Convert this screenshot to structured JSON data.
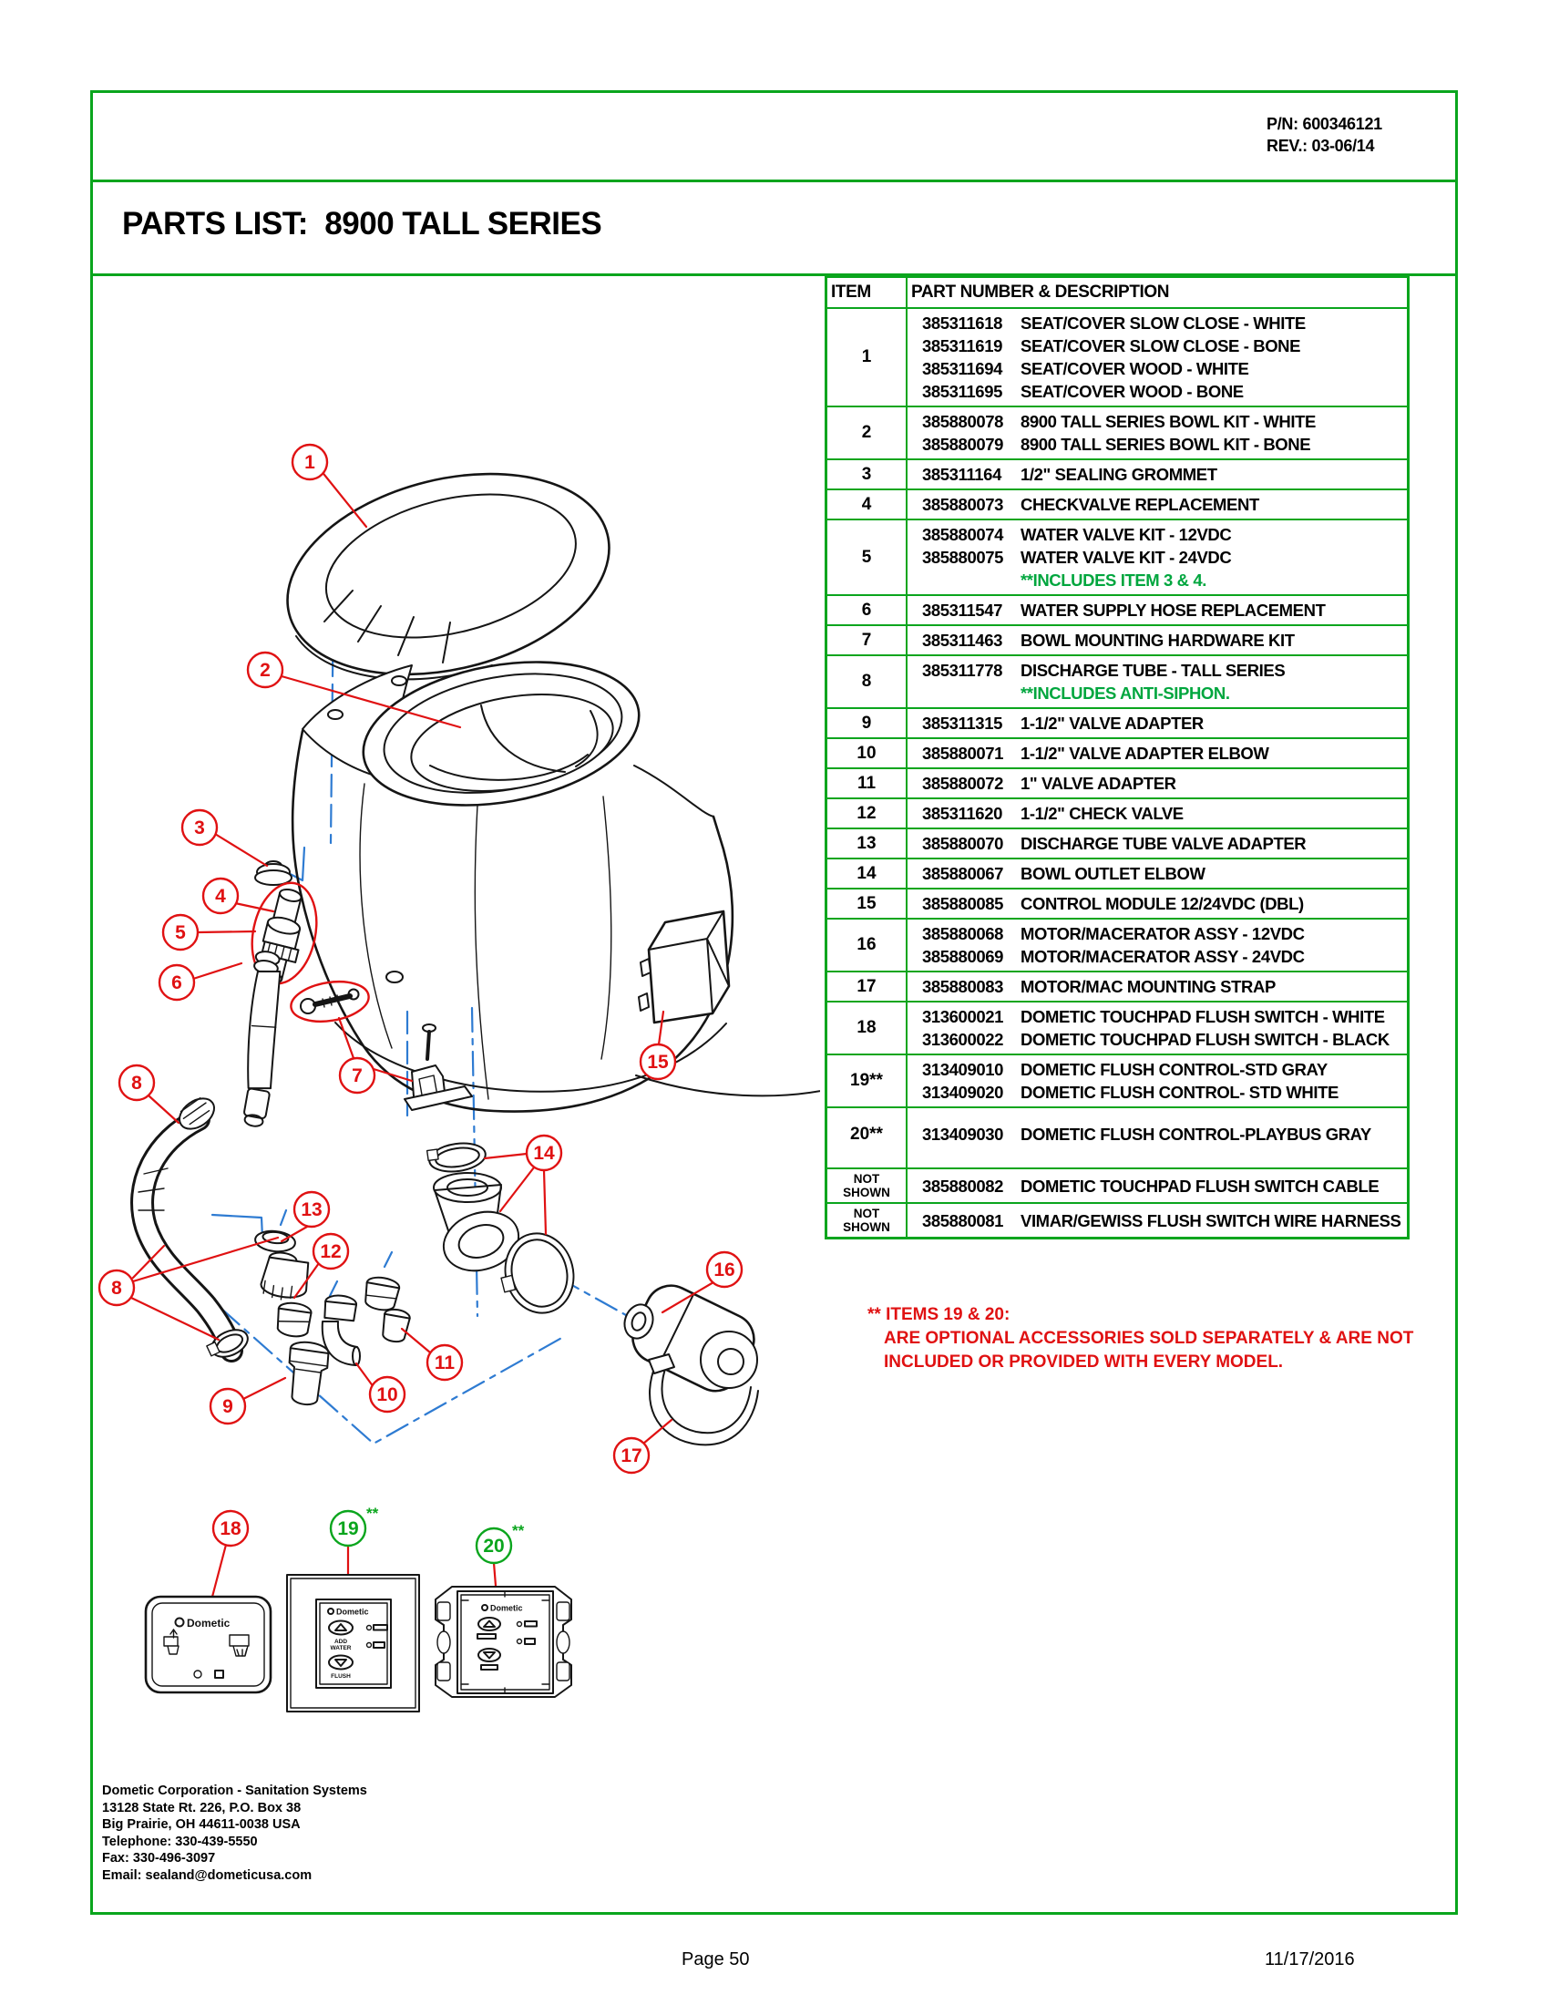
{
  "header": {
    "pn_line": "P/N:  600346121",
    "rev_line": "REV.:  03-06/14"
  },
  "title": "PARTS LIST:  8900 TALL SERIES",
  "parts_table": {
    "headers": {
      "item": "ITEM",
      "desc": "PART NUMBER & DESCRIPTION"
    },
    "rows": [
      {
        "item": "1",
        "parts": [
          [
            "385311618",
            "SEAT/COVER SLOW CLOSE - WHITE"
          ],
          [
            "385311619",
            "SEAT/COVER SLOW CLOSE - BONE"
          ],
          [
            "385311694",
            "SEAT/COVER WOOD - WHITE"
          ],
          [
            "385311695",
            "SEAT/COVER WOOD - BONE"
          ]
        ]
      },
      {
        "item": "2",
        "parts": [
          [
            "385880078",
            "8900 TALL SERIES BOWL KIT - WHITE"
          ],
          [
            "385880079",
            "8900 TALL SERIES BOWL KIT - BONE"
          ]
        ]
      },
      {
        "item": "3",
        "parts": [
          [
            "385311164",
            "1/2\" SEALING GROMMET"
          ]
        ]
      },
      {
        "item": "4",
        "parts": [
          [
            "385880073",
            "CHECKVALVE REPLACEMENT"
          ]
        ]
      },
      {
        "item": "5",
        "parts": [
          [
            "385880074",
            "WATER VALVE KIT - 12VDC"
          ],
          [
            "385880075",
            "WATER VALVE KIT - 24VDC"
          ]
        ],
        "note": "**INCLUDES ITEM 3 & 4."
      },
      {
        "item": "6",
        "parts": [
          [
            "385311547",
            "WATER SUPPLY HOSE REPLACEMENT"
          ]
        ]
      },
      {
        "item": "7",
        "parts": [
          [
            "385311463",
            "BOWL MOUNTING HARDWARE KIT"
          ]
        ]
      },
      {
        "item": "8",
        "parts": [
          [
            "385311778",
            "DISCHARGE TUBE - TALL SERIES"
          ]
        ],
        "note": "**INCLUDES ANTI-SIPHON."
      },
      {
        "item": "9",
        "parts": [
          [
            "385311315",
            "1-1/2\" VALVE ADAPTER"
          ]
        ]
      },
      {
        "item": "10",
        "parts": [
          [
            "385880071",
            "1-1/2\" VALVE ADAPTER ELBOW"
          ]
        ]
      },
      {
        "item": "11",
        "parts": [
          [
            "385880072",
            "1\" VALVE ADAPTER"
          ]
        ]
      },
      {
        "item": "12",
        "parts": [
          [
            "385311620",
            "1-1/2\" CHECK VALVE"
          ]
        ]
      },
      {
        "item": "13",
        "parts": [
          [
            "385880070",
            "DISCHARGE TUBE VALVE ADAPTER"
          ]
        ]
      },
      {
        "item": "14",
        "parts": [
          [
            "385880067",
            "BOWL OUTLET ELBOW"
          ]
        ]
      },
      {
        "item": "15",
        "parts": [
          [
            "385880085",
            "CONTROL MODULE 12/24VDC (DBL)"
          ]
        ]
      },
      {
        "item": "16",
        "parts": [
          [
            "385880068",
            "MOTOR/MACERATOR ASSY - 12VDC"
          ],
          [
            "385880069",
            "MOTOR/MACERATOR ASSY - 24VDC"
          ]
        ]
      },
      {
        "item": "17",
        "parts": [
          [
            "385880083",
            "MOTOR/MAC MOUNTING STRAP"
          ]
        ]
      },
      {
        "item": "18",
        "parts": [
          [
            "313600021",
            "DOMETIC TOUCHPAD FLUSH SWITCH - WHITE"
          ],
          [
            "313600022",
            "DOMETIC TOUCHPAD FLUSH SWITCH - BLACK"
          ]
        ]
      },
      {
        "item": "19**",
        "parts": [
          [
            "313409010",
            "DOMETIC FLUSH CONTROL-STD GRAY"
          ],
          [
            "313409020",
            "DOMETIC FLUSH CONTROL- STD WHITE"
          ]
        ]
      },
      {
        "item": "20**",
        "parts": [
          [
            "313409030",
            "DOMETIC FLUSH CONTROL-PLAYBUS GRAY"
          ]
        ]
      },
      {
        "item": "NOT SHOWN",
        "parts": [
          [
            "385880082",
            "DOMETIC TOUCHPAD FLUSH SWITCH CABLE"
          ]
        ]
      },
      {
        "item": "NOT SHOWN",
        "parts": [
          [
            "385880081",
            "VIMAR/GEWISS FLUSH SWITCH WIRE HARNESS"
          ]
        ]
      }
    ]
  },
  "optional_note": {
    "lines": [
      "** ITEMS 19 & 20:",
      "ARE OPTIONAL ACCESSORIES SOLD SEPARATELY & ARE NOT",
      "INCLUDED OR PROVIDED WITH EVERY MODEL."
    ]
  },
  "address": {
    "lines": [
      "Dometic Corporation - Sanitation Systems",
      "13128 State Rt. 226, P.O. Box 38",
      "Big Prairie, OH 44611-0038 USA",
      "Telephone: 330-439-5550",
      "Fax: 330-496-3097",
      "Email: sealand@dometicusa.com"
    ]
  },
  "page_footer": {
    "page": "Page 50",
    "date": "11/17/2016"
  },
  "diagram": {
    "callouts": [
      {
        "label": "1",
        "suffix": "",
        "color": "red"
      },
      {
        "label": "2",
        "suffix": "",
        "color": "red"
      },
      {
        "label": "3",
        "suffix": "",
        "color": "red"
      },
      {
        "label": "4",
        "suffix": "",
        "color": "red"
      },
      {
        "label": "5",
        "suffix": "",
        "color": "red"
      },
      {
        "label": "6",
        "suffix": "",
        "color": "red"
      },
      {
        "label": "7",
        "suffix": "",
        "color": "red"
      },
      {
        "label": "8",
        "suffix": "",
        "color": "red"
      },
      {
        "label": "8",
        "suffix": "",
        "color": "red"
      },
      {
        "label": "9",
        "suffix": "",
        "color": "red"
      },
      {
        "label": "10",
        "suffix": "",
        "color": "red"
      },
      {
        "label": "11",
        "suffix": "",
        "color": "red"
      },
      {
        "label": "12",
        "suffix": "",
        "color": "red"
      },
      {
        "label": "13",
        "suffix": "",
        "color": "red"
      },
      {
        "label": "14",
        "suffix": "",
        "color": "red"
      },
      {
        "label": "15",
        "suffix": "",
        "color": "red"
      },
      {
        "label": "16",
        "suffix": "",
        "color": "red"
      },
      {
        "label": "17",
        "suffix": "",
        "color": "red"
      },
      {
        "label": "18",
        "suffix": "",
        "color": "red"
      },
      {
        "label": "19",
        "suffix": "**",
        "color": "green"
      },
      {
        "label": "20",
        "suffix": "**",
        "color": "green"
      }
    ],
    "panels": {
      "touchpad": {
        "brand": "Dometic"
      },
      "flush_std": {
        "brand": "Dometic",
        "add_line1": "ADD",
        "add_line2": "WATER",
        "flush_label": "FLUSH"
      },
      "flush_playbus": {
        "brand": "Dometic"
      }
    }
  },
  "colors": {
    "border_green": "#0aa51d",
    "note_green": "#00a63e",
    "accent_red": "#e01112",
    "align_blue": "#2e7bd2"
  }
}
